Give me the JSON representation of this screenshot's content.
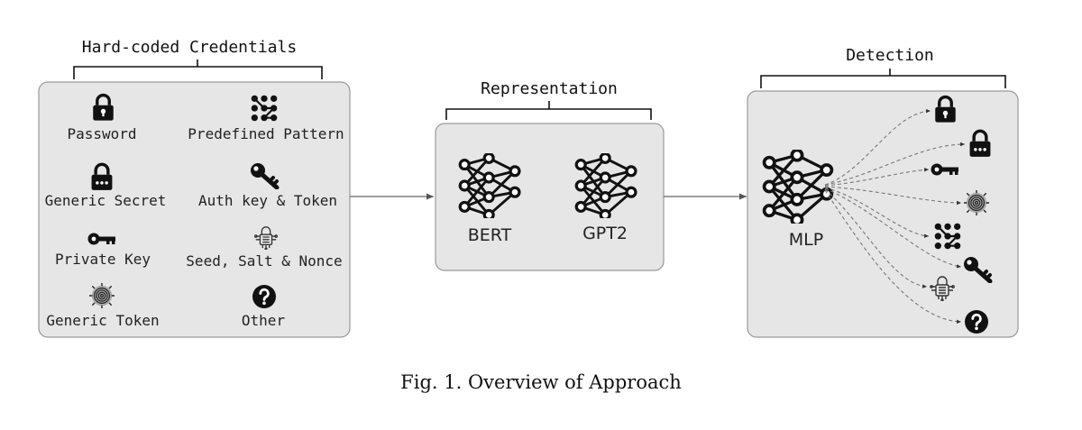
{
  "groups": {
    "credentials": "Hard-coded Credentials",
    "representation": "Representation",
    "detection": "Detection"
  },
  "credentials": {
    "password": "Password",
    "pattern": "Predefined Pattern",
    "secret": "Generic Secret",
    "auth": "Auth key & Token",
    "private": "Private Key",
    "seed": "Seed, Salt & Nonce",
    "token": "Generic Token",
    "other": "Other"
  },
  "models": {
    "bert": "BERT",
    "gpt2": "GPT2",
    "mlp": "MLP"
  },
  "caption": "Fig. 1.  Overview of Approach",
  "icons": {
    "password": "lock-icon",
    "pattern": "dot-pattern-icon",
    "secret": "lock-dots-icon",
    "auth": "key-icon",
    "private": "private-key-icon",
    "seed": "chip-icon",
    "token": "fingerprint-icon",
    "other": "question-icon",
    "network": "neural-network-icon"
  },
  "colors": {
    "panel": "#e6e6e6",
    "ink": "#111111"
  }
}
